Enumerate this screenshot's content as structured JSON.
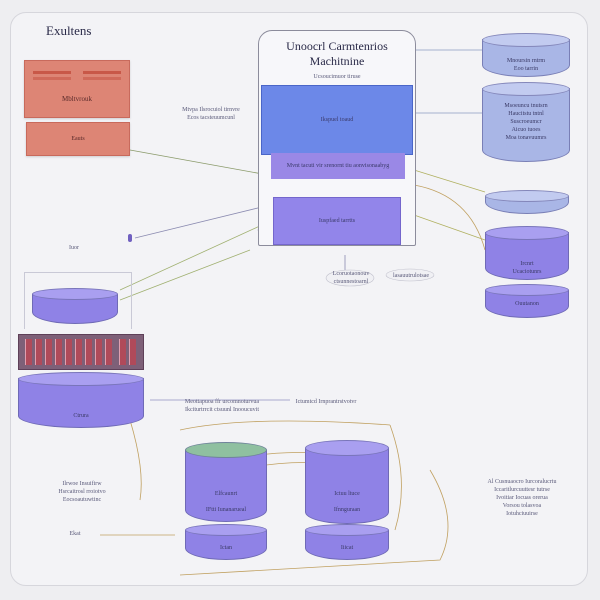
{
  "diagram": {
    "title": "Exultens",
    "machine_title": "Unoocrl Carmtenrios\nMachitnine",
    "machine_subtitle": "Ucsoucimuor tiruse"
  },
  "red_boxes": [
    {
      "label": "Mbltvrouk"
    },
    {
      "label": "Eauts"
    }
  ],
  "center_blocks": [
    {
      "label": "Ikspuel toaud"
    },
    {
      "label": "Mvnt tacuti vir srenornt tiu aonvisonaabyg"
    },
    {
      "label": "Iuspfaed tarrtts"
    }
  ],
  "side_labels": {
    "left_mid_annotation": "Mtvpa Ilsrocuiol tirnvre\nEcos tacsteuumcunl",
    "left_small": "Iuor",
    "center_note_left": "Lcoruotaonouv\nctsunnestoarnl",
    "center_note_right": "lasauutrulotsae",
    "mid_note_left": "Meottapuoa ffr urcomnoturvua\nIkciturtrrcit ctsuunl Inooucuvit",
    "mid_note_right": "Ictumtcd Irnprantrstvotvr",
    "bottom_left_note": "Ilrwoe Insuifirw\nHsrcaitrosl rroiotvo\nEocsoautuwtinc",
    "bottom_left_small": "Ekat",
    "bottom_right_note": "Al Cusnuaocro Iurcoralucrtu\nIccaritlurcuuttesr tutrse\nIvoitiar Iocuas orerua\nVorsou tolasvoa\nIotuhciuuirse"
  },
  "right_cylinders": [
    {
      "label": "Mnoursin rntrm\nEoo tarrin"
    },
    {
      "label": "Msoeuncu tnutsrn\nHaucitstu tntnl\nSuscroeumcr\nAicuo tuoes\nMoa tonavuumrs"
    },
    {
      "label": ""
    },
    {
      "label": "Ircnrt\nUcaciotunrs"
    },
    {
      "label": "Ouutanon"
    }
  ],
  "left_cylinders": [
    {
      "label": ""
    },
    {
      "label": "Ctrura"
    }
  ],
  "bottom_cylinders": [
    {
      "label": "Elfcaunrt\n\nIFtti Iunanarueal"
    },
    {
      "label": "Ictan"
    },
    {
      "label": "Ictuu ltuce\n\nIfnnguraan"
    },
    {
      "label": "Iiicat"
    }
  ],
  "colors": {
    "red": "#dd8575",
    "blue": "#6c88e8",
    "purple": "#8f82e6",
    "light_blue": "#a9b6e6"
  }
}
